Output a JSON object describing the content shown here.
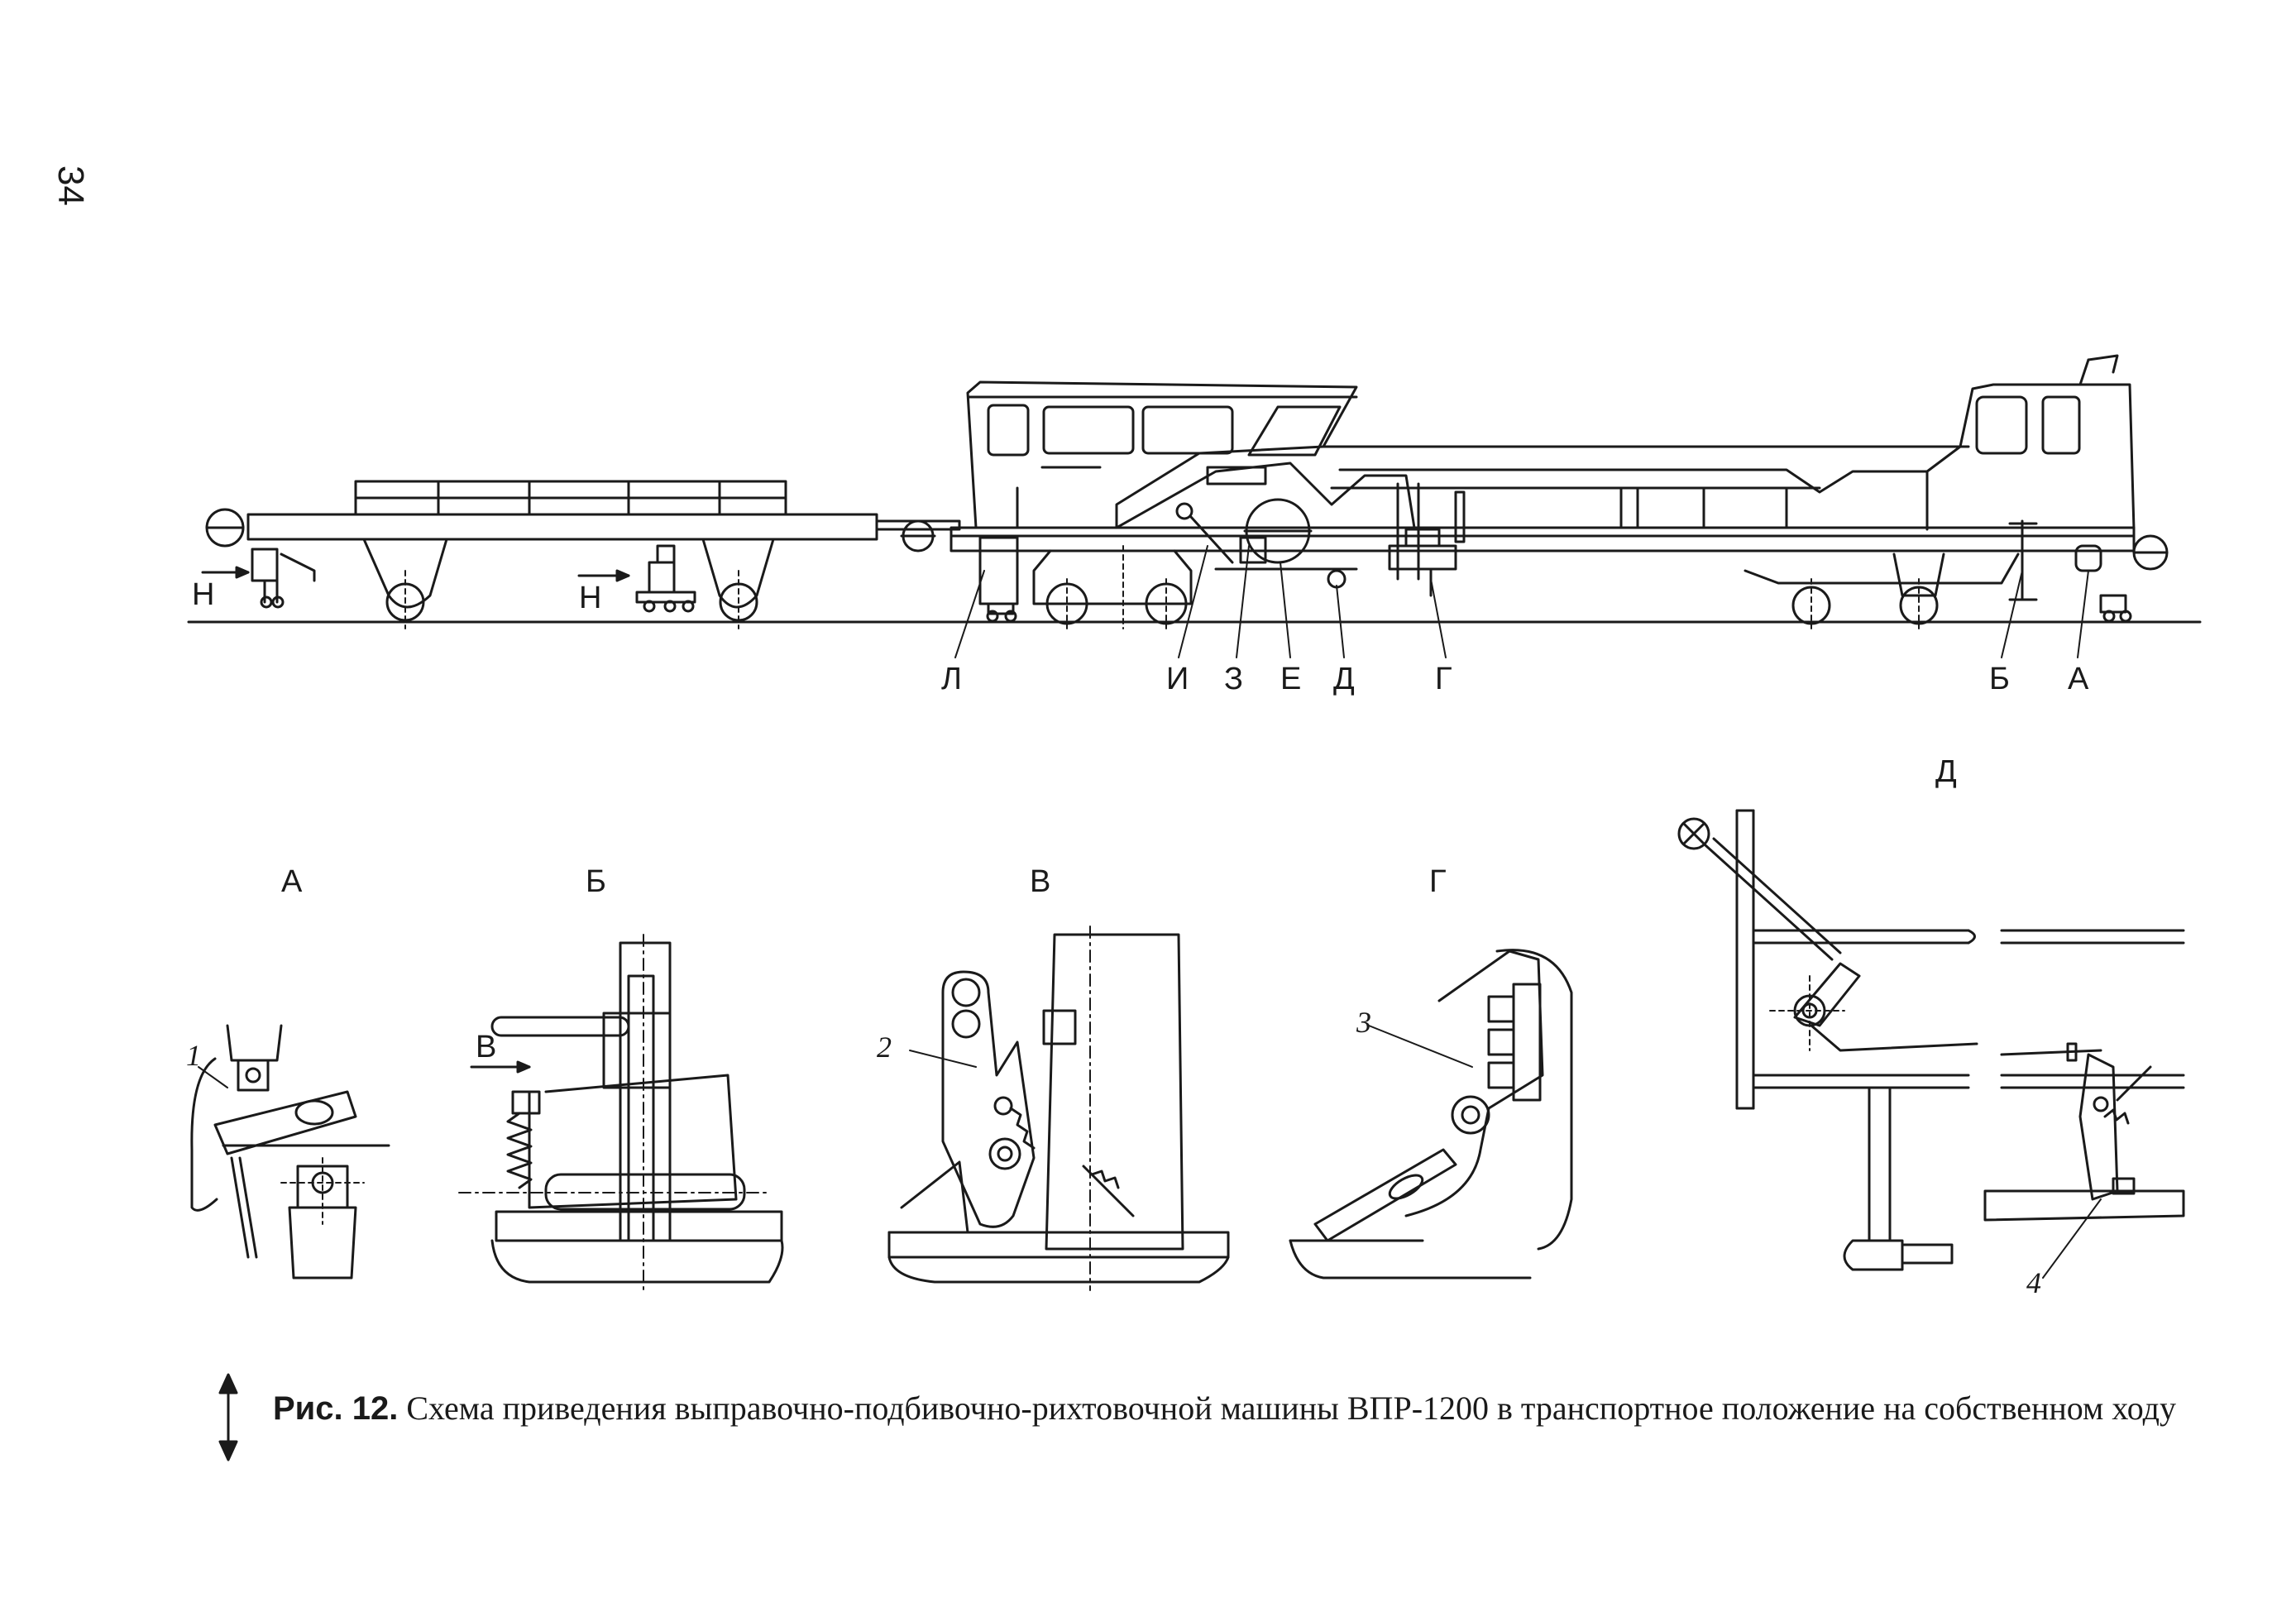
{
  "page_number": "34",
  "main_labels": {
    "N_left": "Н",
    "N_mid": "Н",
    "L": "Л",
    "I": "И",
    "Z": "З",
    "E": "Е",
    "D": "Д",
    "G": "Г",
    "B": "Б",
    "A": "А"
  },
  "detail_titles": {
    "A": "А",
    "B": "Б",
    "V": "В",
    "G": "Г",
    "D": "Д"
  },
  "detail_inner": {
    "B_arrow_label": "В"
  },
  "callouts": {
    "n1": "1",
    "n2": "2",
    "n3": "3",
    "n4": "4"
  },
  "caption": {
    "label": "Рис. 12.",
    "text": "Схема приведения выправочно-подбивочно-рихтовочной машины ВПР-1200 в транспортное положение на собственном ходу"
  }
}
